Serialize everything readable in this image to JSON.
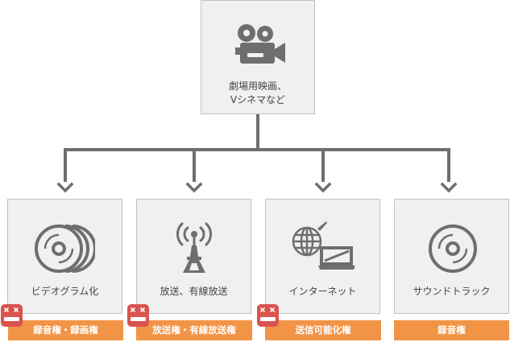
{
  "top": {
    "line1": "劇場用映画、",
    "line2": "Vシネマなど",
    "icon": "movie-camera-icon"
  },
  "children": [
    {
      "label": "ビデオグラム化",
      "icon": "discs-icon",
      "rights": "録音権・録画権",
      "ng": true
    },
    {
      "label": "放送、有線放送",
      "icon": "broadcast-tower-icon",
      "rights": "放送権・有線放送権",
      "ng": true
    },
    {
      "label": "インターネット",
      "icon": "internet-laptop-icon",
      "rights": "送信可能化権",
      "ng": true
    },
    {
      "label": "サウンドトラック",
      "icon": "disc-icon",
      "rights": "録音権",
      "ng": false
    }
  ],
  "colors": {
    "connector": "#6e6e6e",
    "box_bg": "#f0f0f0",
    "box_border": "#c2c2c2",
    "icon": "#6e6e6e",
    "rights_bg": "#f29446",
    "ng_badge": "#d9534f"
  }
}
